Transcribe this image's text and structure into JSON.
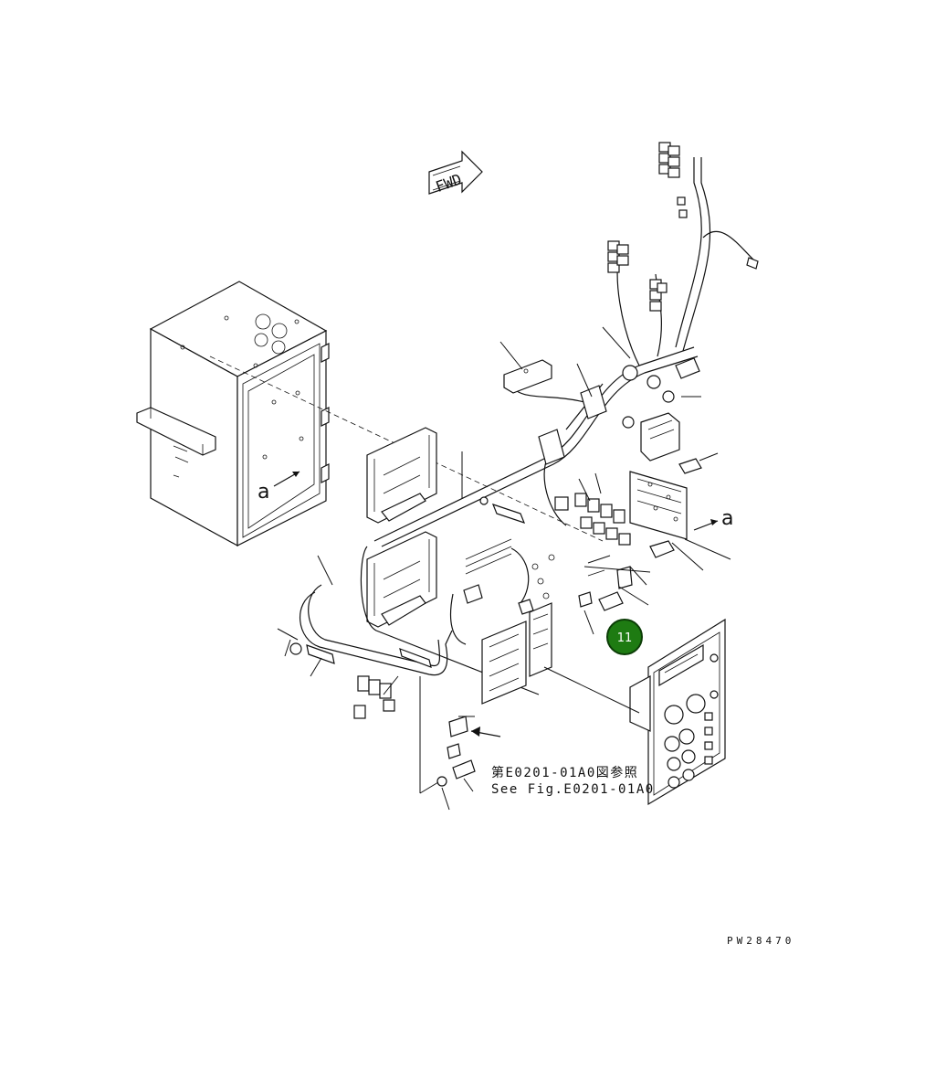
{
  "fwd_label": "FWD",
  "view_marker": "a",
  "callout": {
    "number": "11",
    "color": "#1e7b12",
    "border": "#0c3d07"
  },
  "reference_jp": "第E0201-01A0図参照",
  "reference_en": "See Fig.E0201-01A0",
  "drawing_code": "PW28470"
}
